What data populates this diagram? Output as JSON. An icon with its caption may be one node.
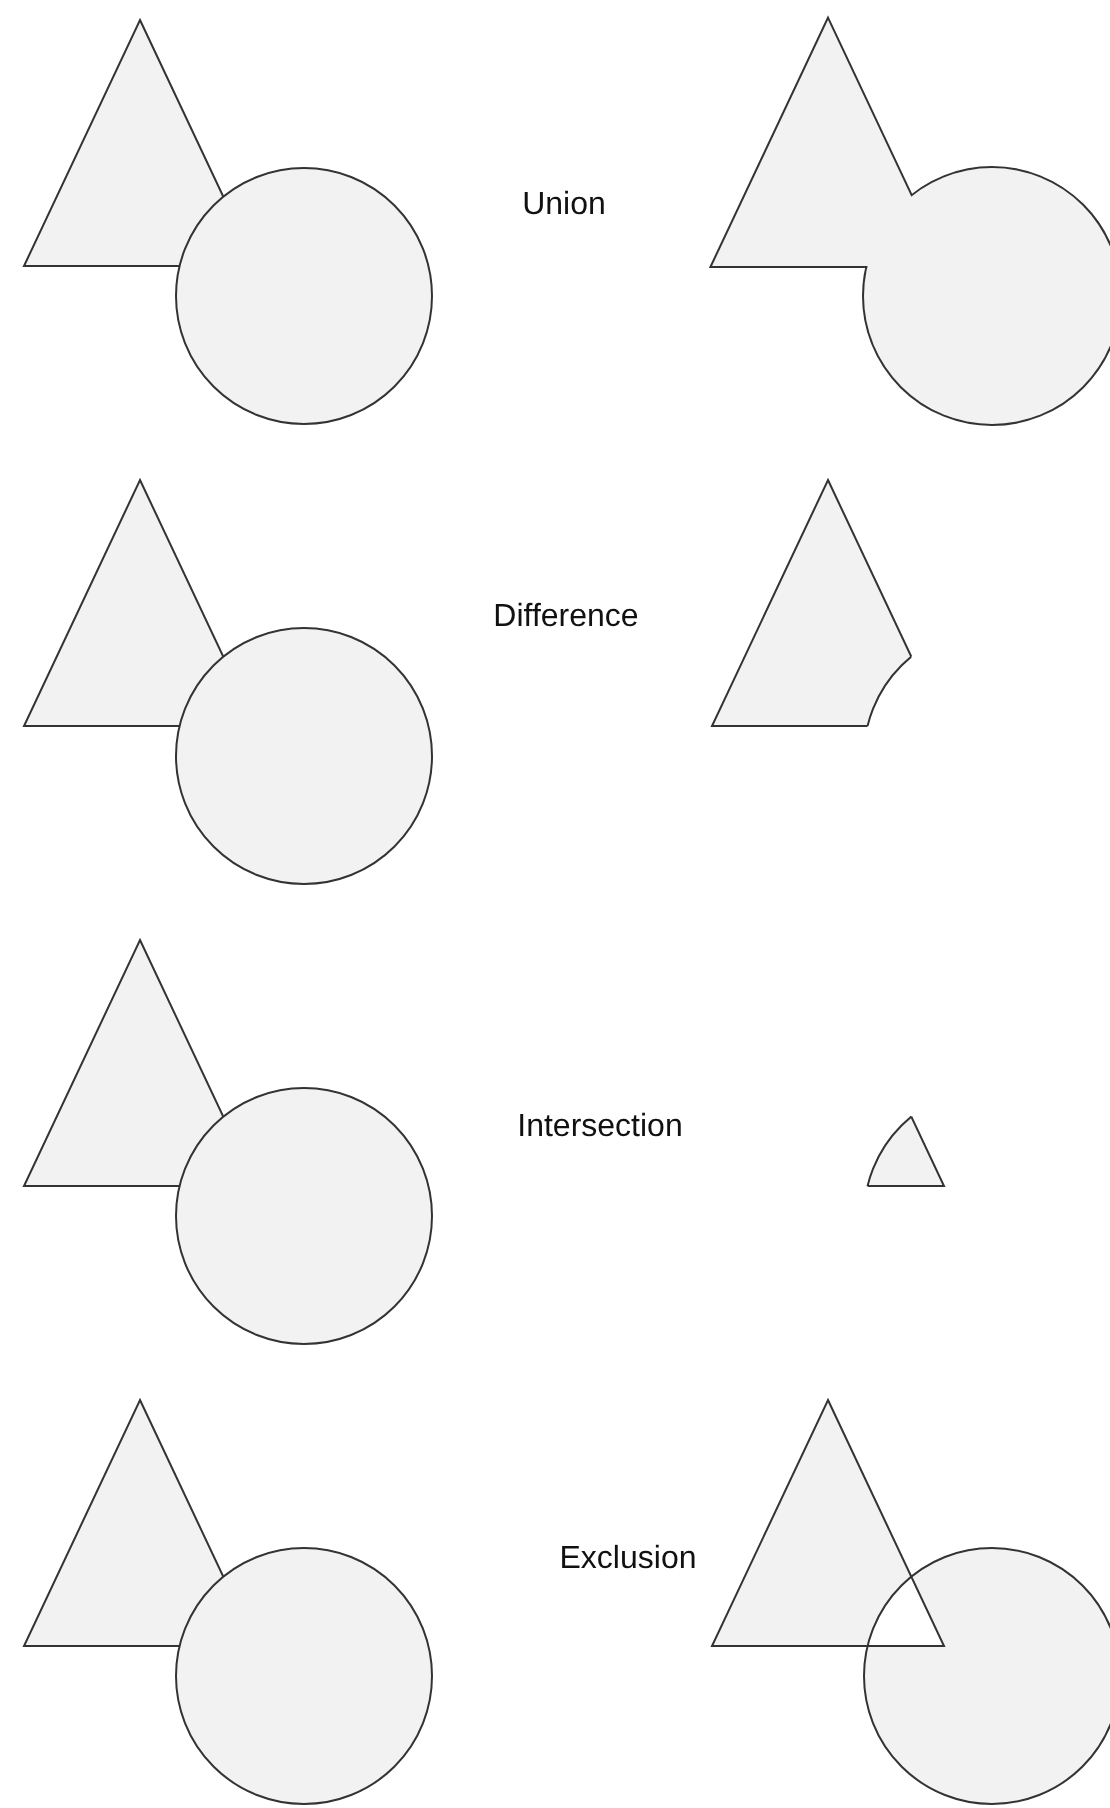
{
  "diagram": {
    "labels": [
      "Union",
      "Difference",
      "Intersection",
      "Exclusion"
    ]
  }
}
